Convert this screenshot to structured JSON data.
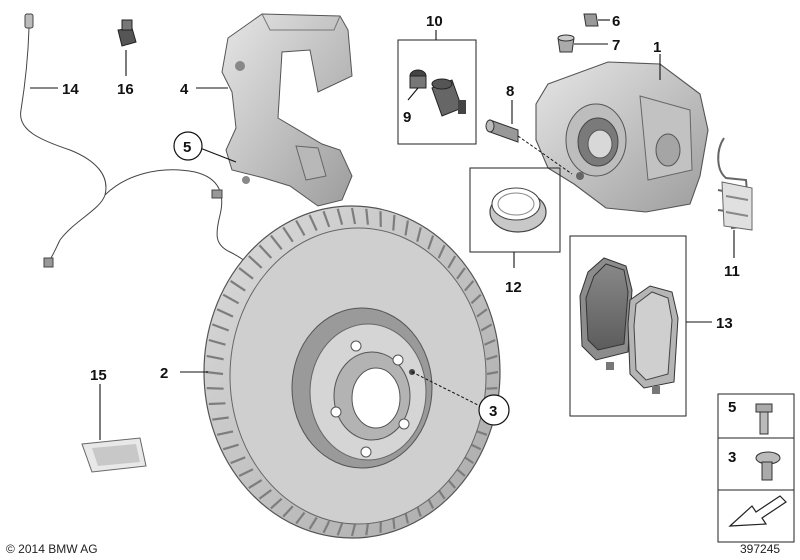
{
  "callouts": {
    "c1": "1",
    "c2": "2",
    "c3": "3",
    "c4": "4",
    "c5": "5",
    "c6": "6",
    "c7": "7",
    "c8": "8",
    "c9": "9",
    "c10": "10",
    "c11": "11",
    "c12": "12",
    "c13": "13",
    "c14": "14",
    "c15": "15",
    "c16": "16"
  },
  "legend": {
    "item_a": "5",
    "item_b": "3"
  },
  "footer": {
    "copyright": "© 2014 BMW AG",
    "diagram_number": "397245"
  },
  "colors": {
    "part_fill": "#c9c9c9",
    "part_dark": "#9a9a9a",
    "part_light": "#e4e4e4",
    "line": "#111111"
  }
}
